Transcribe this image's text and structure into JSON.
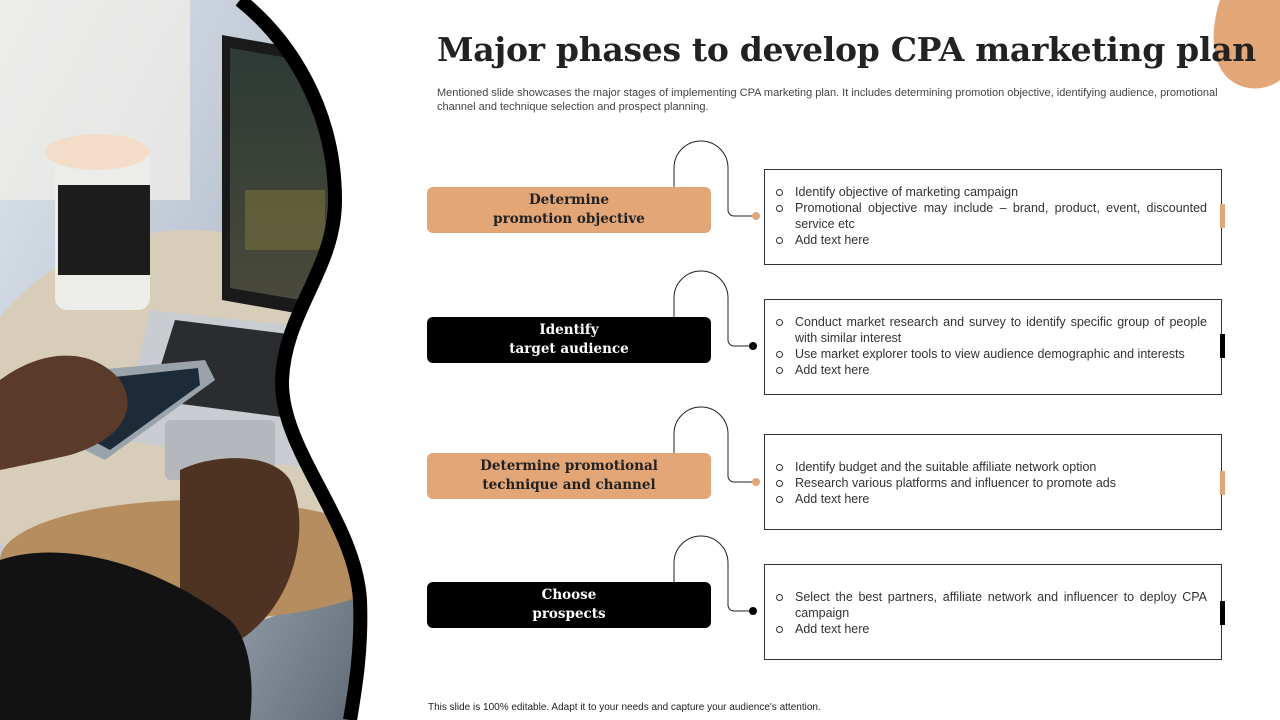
{
  "slide": {
    "title": "Major phases to develop CPA marketing plan",
    "subtitle": "Mentioned slide showcases the major stages of implementing CPA marketing plan. It includes determining promotion objective, identifying audience, promotional channel and technique selection and prospect planning.",
    "footer": "This slide is 100% editable. Adapt it to your needs and capture your audience's attention."
  },
  "colors": {
    "accent": "#e2a677",
    "dark": "#000000"
  },
  "phases": [
    {
      "label": "Determine\npromotion objective",
      "style": "tan",
      "bullets": [
        "Identify objective of marketing campaign",
        "Promotional objective may include – brand, product, event, discounted service etc",
        "Add text here"
      ]
    },
    {
      "label": "Identify\ntarget audience",
      "style": "dark",
      "bullets": [
        "Conduct market research and survey to identify specific group of people with similar interest",
        "Use market explorer tools to view audience demographic and interests",
        "Add text here"
      ]
    },
    {
      "label": "Determine promotional\ntechnique and channel",
      "style": "tan",
      "bullets": [
        "Identify budget and the suitable affiliate network option",
        "Research various platforms and influencer to promote ads",
        "Add text here"
      ]
    },
    {
      "label": "Choose\nprospects",
      "style": "dark",
      "bullets": [
        "Select the best partners, affiliate network and influencer to deploy CPA campaign",
        "Add text here"
      ]
    }
  ]
}
